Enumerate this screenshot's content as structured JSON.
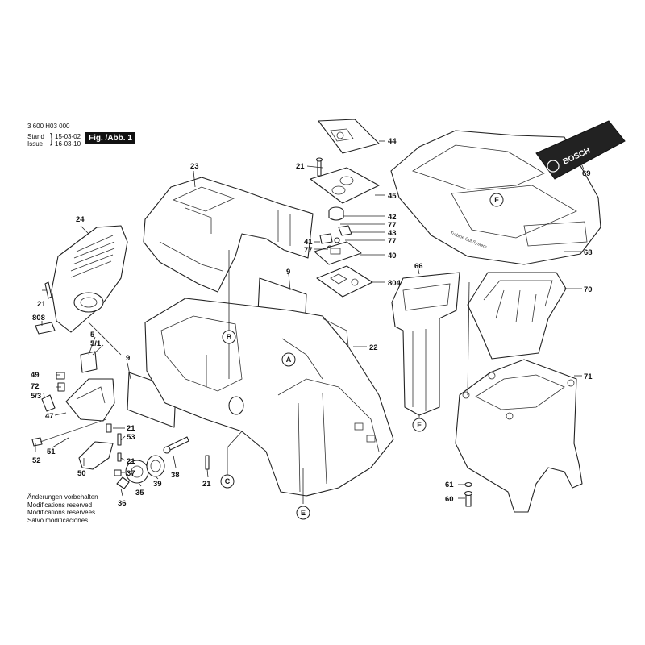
{
  "header": {
    "doc_number": "3 600 H03 000",
    "stand_label": "Stand",
    "issue_label": "Issue",
    "stand_date": "15-03-02",
    "issue_date": "16-03-10",
    "figure_badge": "Fig. /Abb. 1"
  },
  "notes": [
    "Änderungen vorbehalten",
    "Modifications reserved",
    "Modifications reservees",
    "Salvo modificaciones"
  ],
  "callouts": {
    "p44": "44",
    "p21a": "21",
    "p45": "45",
    "p42": "42",
    "p77a": "77",
    "p43": "43",
    "p77b": "77",
    "p41": "41",
    "p77c": "77",
    "p40": "40",
    "p804": "804",
    "p23": "23",
    "p24": "24",
    "p21b": "21",
    "p808": "808",
    "p9a": "9",
    "p9b": "9",
    "p22": "22",
    "p5": "5",
    "p5_1": "5/1",
    "p49": "49",
    "p72": "72",
    "p5_3": "5/3",
    "p47": "47",
    "p21c": "21",
    "p53": "53",
    "p52": "52",
    "p51": "51",
    "p21d": "21",
    "p37": "37",
    "p50": "50",
    "p38": "38",
    "p39": "39",
    "p35": "35",
    "p36": "36",
    "p21e": "21",
    "p66": "66",
    "p69": "69",
    "p68": "68",
    "p70": "70",
    "p71": "71",
    "p61": "61",
    "p60": "60"
  },
  "markers": {
    "A": "A",
    "B": "B",
    "C": "C",
    "E": "E",
    "F_top": "F",
    "F_low": "F"
  },
  "texts": {
    "logo": "BOSCH",
    "side_print": "Turbine Cut System"
  }
}
